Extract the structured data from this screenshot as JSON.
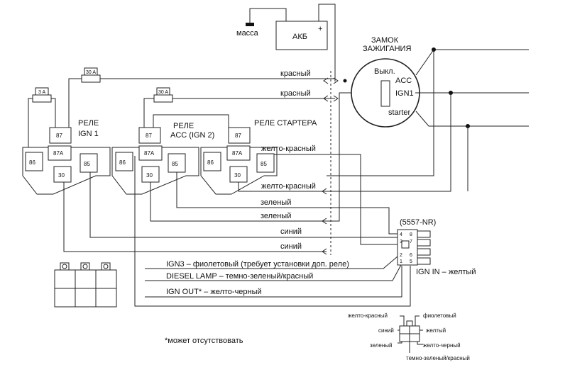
{
  "battery": {
    "label": "АКБ",
    "ground": "масса",
    "plus": "+"
  },
  "ignition": {
    "title_line1": "ЗАМОК",
    "title_line2": "ЗАЖИГАНИЯ",
    "off": "Выкл.",
    "acc": "ACC",
    "ign1": "IGN1",
    "starter": "starter"
  },
  "fuses": {
    "f1": "30 A",
    "f2": "3 A",
    "f3": "30 A"
  },
  "relays": {
    "ign1": {
      "line1": "РЕЛЕ",
      "line2": "IGN 1"
    },
    "acc": {
      "line1": "РЕЛЕ",
      "line2": "ACC (IGN 2)"
    },
    "starter": {
      "line1": "РЕЛЕ СТАРТЕРА"
    },
    "pins": {
      "p87": "87",
      "p87a": "87A",
      "p86": "86",
      "p85": "85",
      "p30": "30"
    }
  },
  "wires": {
    "red1": "красный",
    "red2": "красный",
    "yellow_red1": "желто-красный",
    "yellow_red2": "желто-красный",
    "green1": "зеленый",
    "green2": "зеленый",
    "blue1": "синий",
    "blue2": "синий",
    "ign3": "IGN3 – фиолетовый (требует установки доп. реле)",
    "diesel": "DIESEL LAMP – темно-зеленый/красный",
    "ign_out": "IGN OUT* – желто-черный"
  },
  "connector": {
    "name": "(5557-NR)",
    "ign_in": "IGN IN – желтый",
    "pins": {
      "p1": "1",
      "p2": "2",
      "p3": "3",
      "p4": "4",
      "p5": "5",
      "p6": "6",
      "p7": "7",
      "p8": "8"
    }
  },
  "footnote": "*может отсутствовать",
  "legend": {
    "yellow_red": "желто-красный",
    "violet": "фиолетовый",
    "blue": "синий",
    "yellow": "желтый",
    "green": "зеленый",
    "yellow_black": "желто-черный",
    "dark_green_red": "темно-зеленый/красный"
  }
}
